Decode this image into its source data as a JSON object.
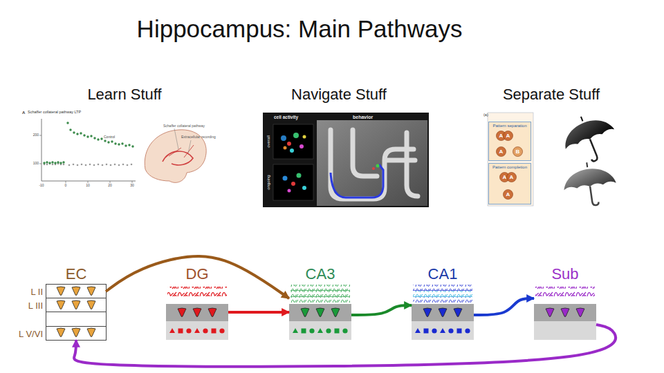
{
  "diagram": {
    "title": "Hippocampus: Main Pathways",
    "nodes": [
      {
        "text": [
          "Pattern separation"
        ]
      },
      {
        "text": [
          "A"
        ],
        "in": 0
      },
      {
        "text": [
          "A"
        ],
        "in": 0
      },
      {
        "text": [
          "A"
        ],
        "in": 0
      },
      {
        "text": [
          "B"
        ],
        "in": 0
      },
      {
        "text": [
          "Pattern completion"
        ]
      },
      {
        "text": [
          "A"
        ],
        "in": 5
      },
      {
        "text": [
          "A"
        ],
        "in": 5
      },
      {
        "text": [
          "A"
        ],
        "in": 5
      },
      {
        "text": [
          "EC"
        ]
      },
      {
        "text": [
          "L II"
        ],
        "in": 9
      },
      {
        "text": [
          "L III"
        ],
        "in": 9
      },
      {
        "text": [
          "L V/VI"
        ],
        "in": 9
      },
      {
        "text": [
          "DG"
        ]
      },
      {
        "text": [
          "CA3"
        ]
      },
      {
        "text": [
          "CA1"
        ]
      },
      {
        "text": [
          "Sub"
        ]
      }
    ],
    "edges": [
      {
        "from": 10,
        "to": 14,
        "arrow": "to"
      },
      {
        "from": 13,
        "to": 14,
        "arrow": "to"
      },
      {
        "from": 14,
        "to": 15,
        "arrow": "to"
      },
      {
        "from": 15,
        "to": 16,
        "arrow": "to"
      },
      {
        "from": 16,
        "to": 12,
        "arrow": "to"
      }
    ],
    "labels": [
      "Learn Stuff",
      "Navigate Stuff",
      "Separate Stuff",
      "A",
      "Schaffer collateral pathway LTP",
      "Control",
      "-10",
      "0",
      "10",
      "20",
      "30",
      "200",
      "100",
      "Schaffer collateral pathway",
      "Extracellular recording",
      "cell activity",
      "behavior",
      "overall",
      "ongoing",
      "(a)"
    ]
  }
}
